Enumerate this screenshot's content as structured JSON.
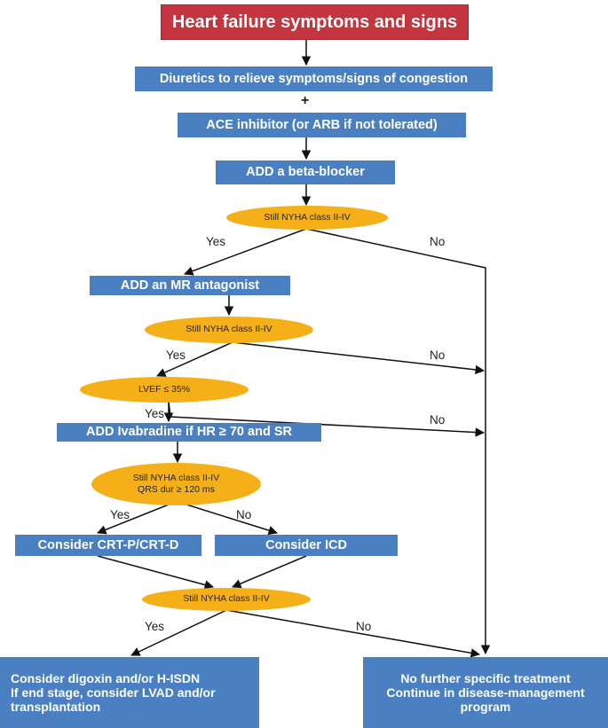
{
  "title": "Heart failure symptoms and signs",
  "steps": {
    "diuretics": "Diuretics to relieve symptoms/signs of congestion",
    "plus": "+",
    "ace": "ACE inhibitor (or ARB if not tolerated)",
    "beta": "ADD a beta-blocker",
    "mra": "ADD an MR antagonist",
    "ivabradine": "ADD Ivabradine if HR ≥ 70 and SR",
    "crt": "Consider CRT-P/CRT-D",
    "icd": "Consider ICD"
  },
  "decisions": {
    "nyha1": "Still NYHA class II-IV",
    "nyha2": "Still NYHA class II-IV",
    "lvef": "LVEF ≤ 35%",
    "nyha3_line1": "Still NYHA class II-IV",
    "nyha3_line2": "QRS dur ≥ 120 ms",
    "nyha4": "Still NYHA class II-IV"
  },
  "labels": {
    "yes": "Yes",
    "no": "No"
  },
  "outcomes": {
    "left": [
      "Consider digoxin and/or H-ISDN",
      "If end stage, consider LVAD and/or",
      "transplantation"
    ],
    "right": [
      "No further specific treatment",
      "Continue in disease-management",
      "program"
    ]
  },
  "colors": {
    "title": "#c4353f",
    "box": "#4a7fc1",
    "decision": "#f5b018"
  }
}
